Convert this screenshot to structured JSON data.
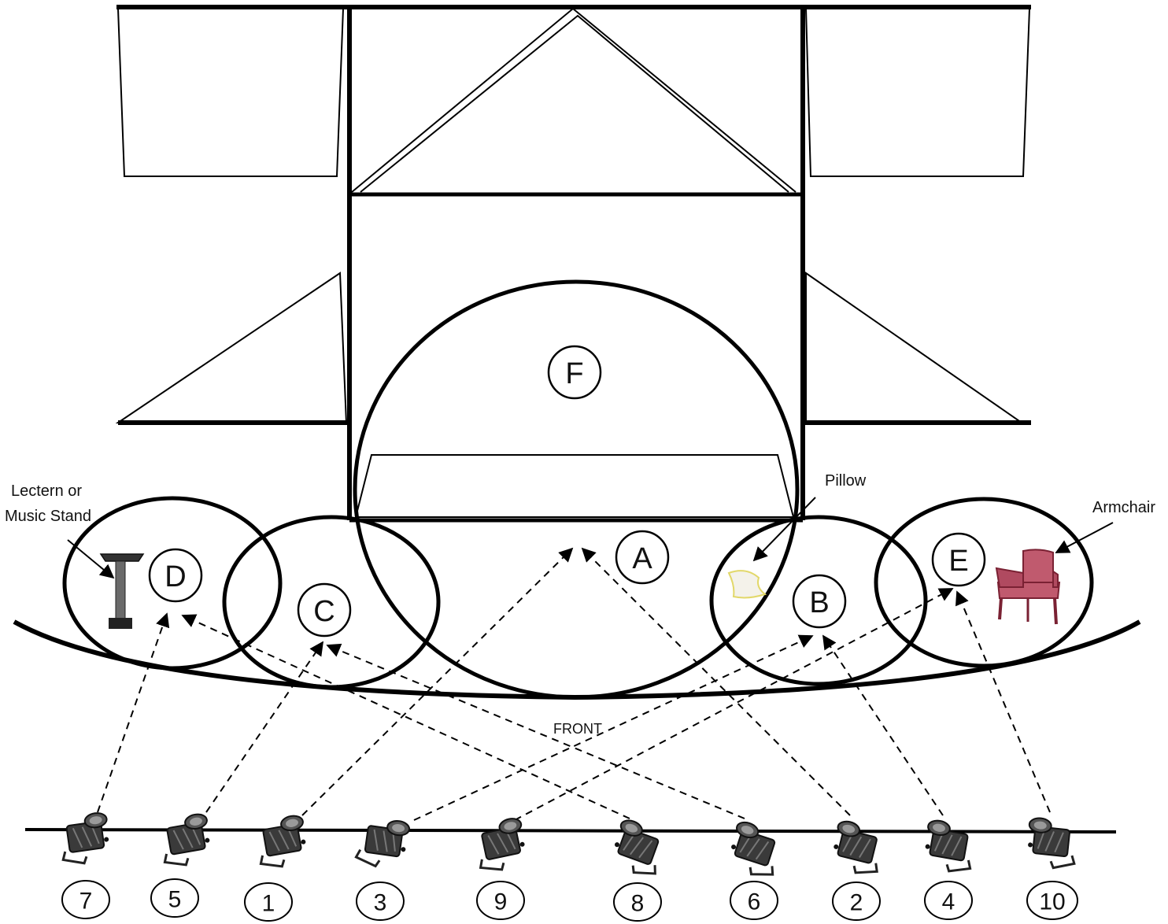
{
  "areas": {
    "A": "A",
    "B": "B",
    "C": "C",
    "D": "D",
    "E": "E",
    "F": "F"
  },
  "instruments": {
    "i1": "1",
    "i2": "2",
    "i3": "3",
    "i4": "4",
    "i5": "5",
    "i6": "6",
    "i7": "7",
    "i8": "8",
    "i9": "9",
    "i10": "10"
  },
  "labels": {
    "lectern_line1": "Lectern or",
    "lectern_line2": "Music Stand",
    "pillow": "Pillow",
    "armchair": "Armchair",
    "front": "FRONT"
  },
  "icons": {
    "lectern": "lectern-icon",
    "pillow": "pillow-icon",
    "armchair": "armchair-icon",
    "fixture": "stage-light-fixture-icon"
  },
  "colors": {
    "line": "#000000",
    "chair": "#c05a6e",
    "chair_dark": "#7a2133",
    "pillow": "#f4f2ea",
    "pillow_edge": "#e2d86a",
    "fixture": "#3a3a3a"
  }
}
